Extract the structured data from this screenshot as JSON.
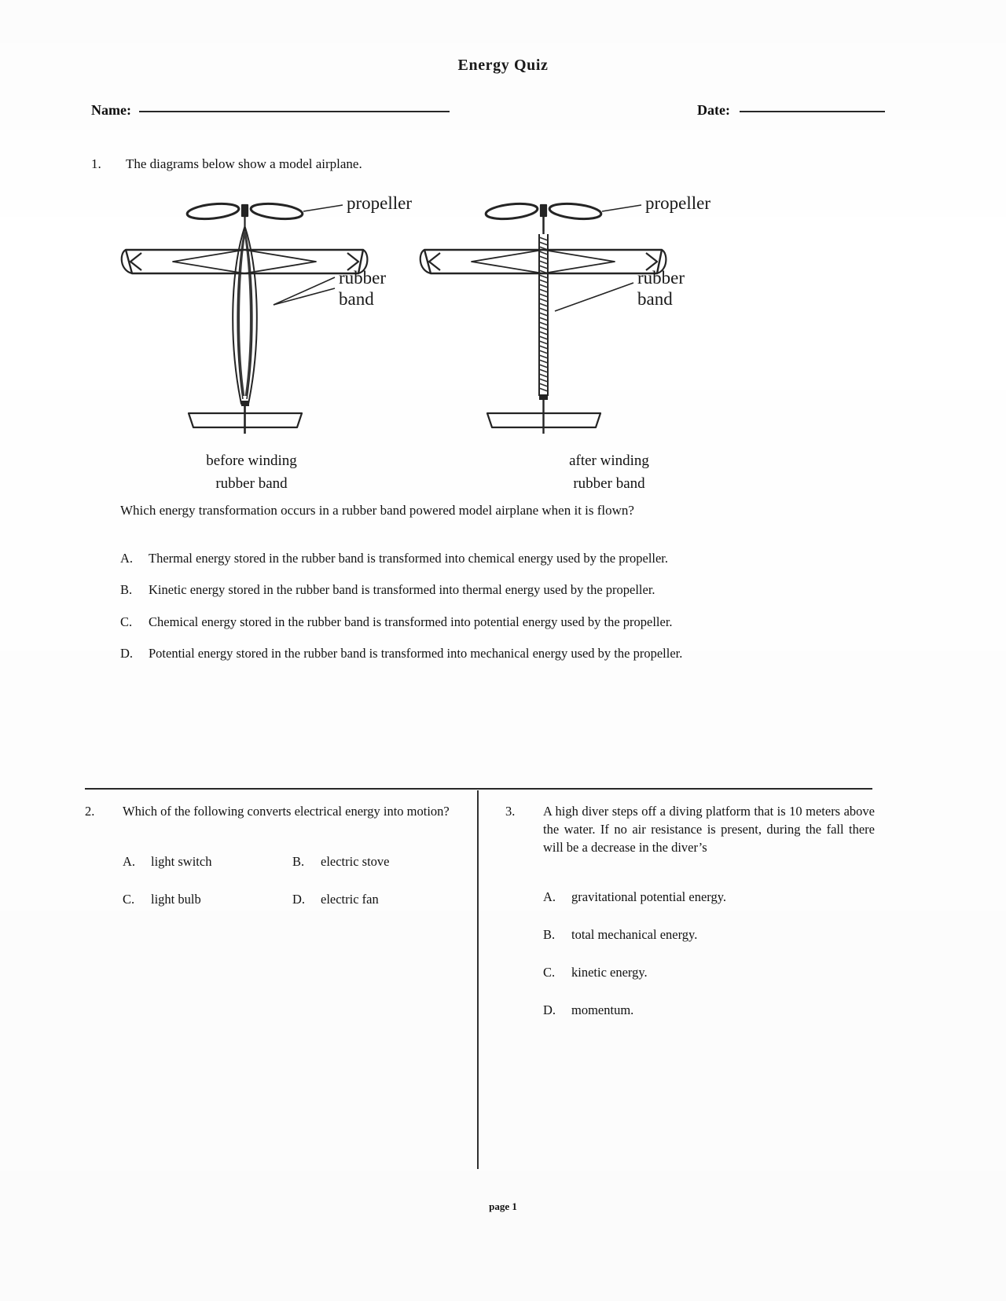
{
  "document": {
    "title": "Energy  Quiz",
    "footer": "page 1"
  },
  "fields": {
    "name_label": "Name:",
    "date_label": "Date:",
    "name_value": "",
    "date_value": ""
  },
  "questions": [
    {
      "number": "1.",
      "intro": "The diagrams below show a model airplane.",
      "prompt": "Which energy transformation occurs in a rubber band powered model airplane when it is flown?",
      "figure": {
        "left": {
          "caption_line1": "before winding",
          "caption_line2": "rubber band",
          "label_propeller": "propeller",
          "label_rubber_line1": "rubber",
          "label_rubber_line2": "band"
        },
        "right": {
          "caption_line1": "after winding",
          "caption_line2": "rubber band",
          "label_propeller": "propeller",
          "label_rubber_line1": "rubber",
          "label_rubber_line2": "band"
        }
      },
      "options": [
        {
          "letter": "A.",
          "text": "Thermal energy stored in the rubber band is transformed into chemical energy used by the propeller."
        },
        {
          "letter": "B.",
          "text": "Kinetic energy stored in the rubber band is transformed into thermal energy used by the propeller."
        },
        {
          "letter": "C.",
          "text": "Chemical energy stored in the rubber band is transformed into potential energy used by the propeller."
        },
        {
          "letter": "D.",
          "text": "Potential energy stored in the rubber band is transformed into mechanical energy used by the propeller."
        }
      ]
    },
    {
      "number": "2.",
      "stem": "Which of the following converts electrical energy into motion?",
      "options": [
        {
          "letter": "A.",
          "text": "light switch"
        },
        {
          "letter": "B.",
          "text": "electric stove"
        },
        {
          "letter": "C.",
          "text": "light bulb"
        },
        {
          "letter": "D.",
          "text": "electric fan"
        }
      ]
    },
    {
      "number": "3.",
      "stem": "A high diver steps off a diving platform that is 10 meters above the water.  If no air resistance is present, during the fall there will be a decrease in the diver’s",
      "options": [
        {
          "letter": "A.",
          "text": "gravitational potential energy."
        },
        {
          "letter": "B.",
          "text": "total mechanical energy."
        },
        {
          "letter": "C.",
          "text": "kinetic energy."
        },
        {
          "letter": "D.",
          "text": "momentum."
        }
      ]
    }
  ]
}
